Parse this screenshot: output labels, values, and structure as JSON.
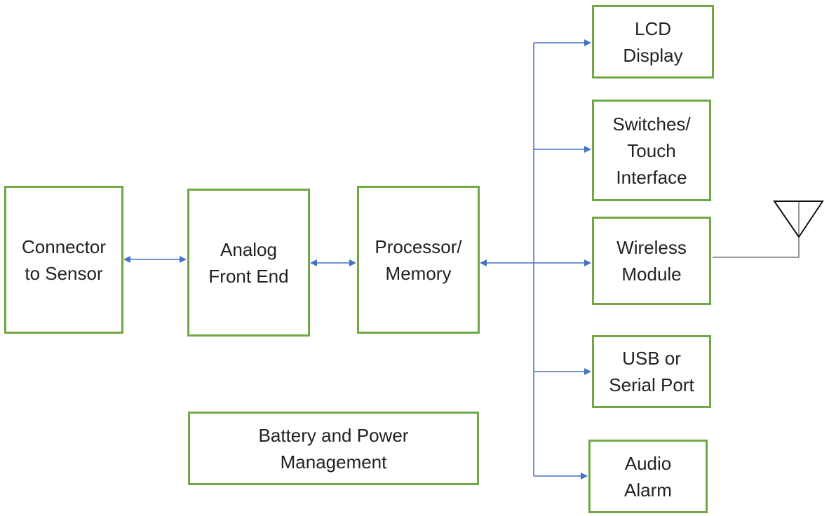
{
  "colors": {
    "block_border": "#70a845",
    "connector_line": "#4472c4",
    "antenna_line": "#333333",
    "text": "#222222"
  },
  "blocks": {
    "connector": "Connector\nto Sensor",
    "analog_front_end": "Analog\nFront End",
    "processor": "Processor/\nMemory",
    "lcd": "LCD\nDisplay",
    "switches": "Switches/\nTouch\nInterface",
    "wireless": "Wireless\nModule",
    "usb": "USB or\nSerial Port",
    "audio": "Audio\nAlarm",
    "battery": "Battery and Power\nManagement"
  },
  "icons": {
    "antenna": "antenna-icon"
  }
}
